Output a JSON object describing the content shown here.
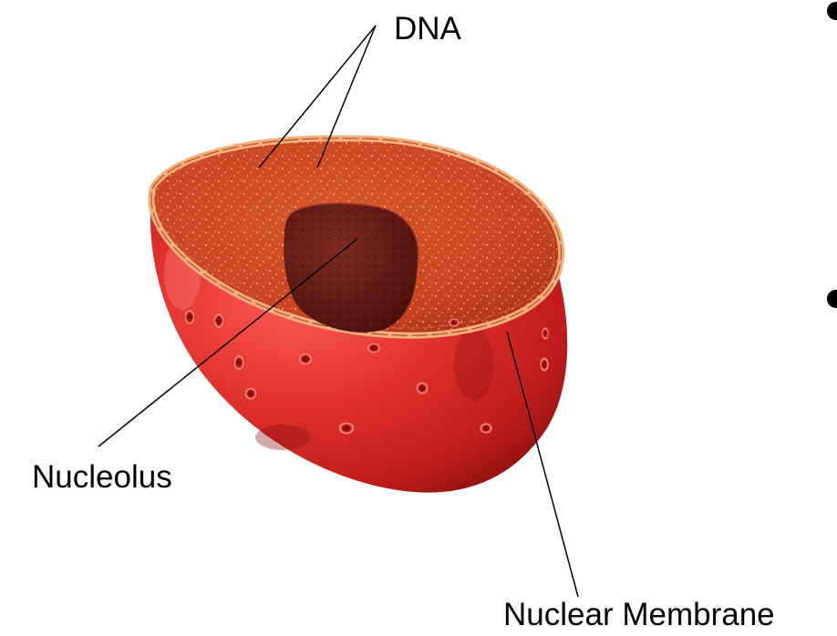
{
  "diagram": {
    "labels": {
      "dna": "DNA",
      "nucleolus": "Nucleolus",
      "nuclear_membrane": "Nuclear Membrane"
    },
    "colors": {
      "nucleus_body": "#d4282a",
      "nucleus_dark": "#8a1010",
      "nucleoplasm": "#c84a26",
      "membrane_rim": "#f0a878",
      "nucleolus": "#6a1a16",
      "pore": "#a01416",
      "leader_line": "#000000"
    }
  }
}
